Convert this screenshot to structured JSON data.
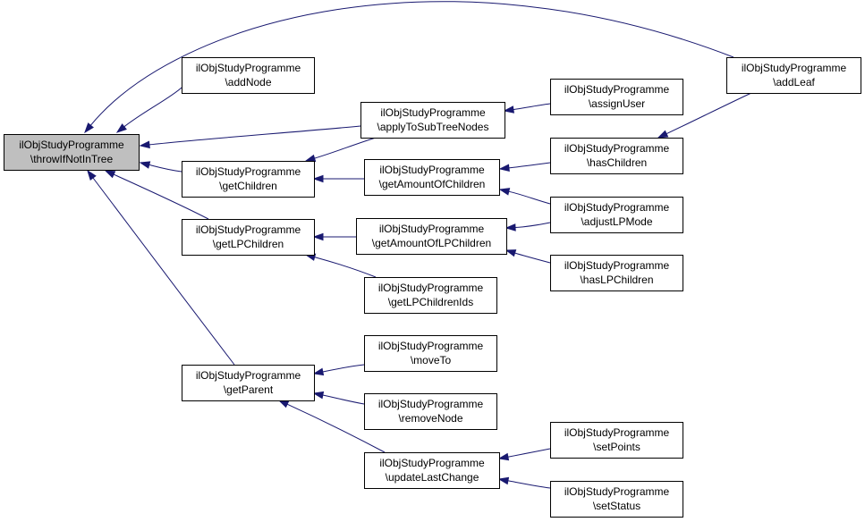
{
  "colors": {
    "edge": "#191970",
    "node_fill": "#ffffff",
    "focus_fill": "#bfbfbf",
    "border": "#000000"
  },
  "nodes": [
    {
      "id": "throwIfNotInTree",
      "line1": "ilObjStudyProgramme",
      "line2": "\\throwIfNotInTree",
      "focus": true
    },
    {
      "id": "addNode",
      "line1": "ilObjStudyProgramme",
      "line2": "\\addNode"
    },
    {
      "id": "applyToSubTreeNodes",
      "line1": "ilObjStudyProgramme",
      "line2": "\\applyToSubTreeNodes"
    },
    {
      "id": "getChildren",
      "line1": "ilObjStudyProgramme",
      "line2": "\\getChildren"
    },
    {
      "id": "getLPChildren",
      "line1": "ilObjStudyProgramme",
      "line2": "\\getLPChildren"
    },
    {
      "id": "getParent",
      "line1": "ilObjStudyProgramme",
      "line2": "\\getParent"
    },
    {
      "id": "addLeaf",
      "line1": "ilObjStudyProgramme",
      "line2": "\\addLeaf"
    },
    {
      "id": "assignUser",
      "line1": "ilObjStudyProgramme",
      "line2": "\\assignUser"
    },
    {
      "id": "getAmountOfChildren",
      "line1": "ilObjStudyProgramme",
      "line2": "\\getAmountOfChildren"
    },
    {
      "id": "hasChildren",
      "line1": "ilObjStudyProgramme",
      "line2": "\\hasChildren"
    },
    {
      "id": "adjustLPMode",
      "line1": "ilObjStudyProgramme",
      "line2": "\\adjustLPMode"
    },
    {
      "id": "getAmountOfLPChildren",
      "line1": "ilObjStudyProgramme",
      "line2": "\\getAmountOfLPChildren"
    },
    {
      "id": "hasLPChildren",
      "line1": "ilObjStudyProgramme",
      "line2": "\\hasLPChildren"
    },
    {
      "id": "getLPChildrenIds",
      "line1": "ilObjStudyProgramme",
      "line2": "\\getLPChildrenIds"
    },
    {
      "id": "moveTo",
      "line1": "ilObjStudyProgramme",
      "line2": "\\moveTo"
    },
    {
      "id": "removeNode",
      "line1": "ilObjStudyProgramme",
      "line2": "\\removeNode"
    },
    {
      "id": "updateLastChange",
      "line1": "ilObjStudyProgramme",
      "line2": "\\updateLastChange"
    },
    {
      "id": "setPoints",
      "line1": "ilObjStudyProgramme",
      "line2": "\\setPoints"
    },
    {
      "id": "setStatus",
      "line1": "ilObjStudyProgramme",
      "line2": "\\setStatus"
    }
  ],
  "edges": [
    {
      "from": "addLeaf",
      "to": "throwIfNotInTree"
    },
    {
      "from": "addNode",
      "to": "throwIfNotInTree"
    },
    {
      "from": "applyToSubTreeNodes",
      "to": "throwIfNotInTree"
    },
    {
      "from": "getChildren",
      "to": "throwIfNotInTree"
    },
    {
      "from": "getLPChildren",
      "to": "throwIfNotInTree"
    },
    {
      "from": "getParent",
      "to": "throwIfNotInTree"
    },
    {
      "from": "assignUser",
      "to": "applyToSubTreeNodes"
    },
    {
      "from": "applyToSubTreeNodes",
      "to": "getChildren"
    },
    {
      "from": "getAmountOfChildren",
      "to": "getChildren"
    },
    {
      "from": "hasChildren",
      "to": "getAmountOfChildren"
    },
    {
      "from": "adjustLPMode",
      "to": "getAmountOfChildren"
    },
    {
      "from": "addLeaf",
      "to": "hasChildren"
    },
    {
      "from": "getAmountOfLPChildren",
      "to": "getLPChildren"
    },
    {
      "from": "getLPChildrenIds",
      "to": "getLPChildren"
    },
    {
      "from": "adjustLPMode",
      "to": "getAmountOfLPChildren"
    },
    {
      "from": "hasLPChildren",
      "to": "getAmountOfLPChildren"
    },
    {
      "from": "moveTo",
      "to": "getParent"
    },
    {
      "from": "removeNode",
      "to": "getParent"
    },
    {
      "from": "updateLastChange",
      "to": "getParent"
    },
    {
      "from": "setPoints",
      "to": "updateLastChange"
    },
    {
      "from": "setStatus",
      "to": "updateLastChange"
    }
  ]
}
